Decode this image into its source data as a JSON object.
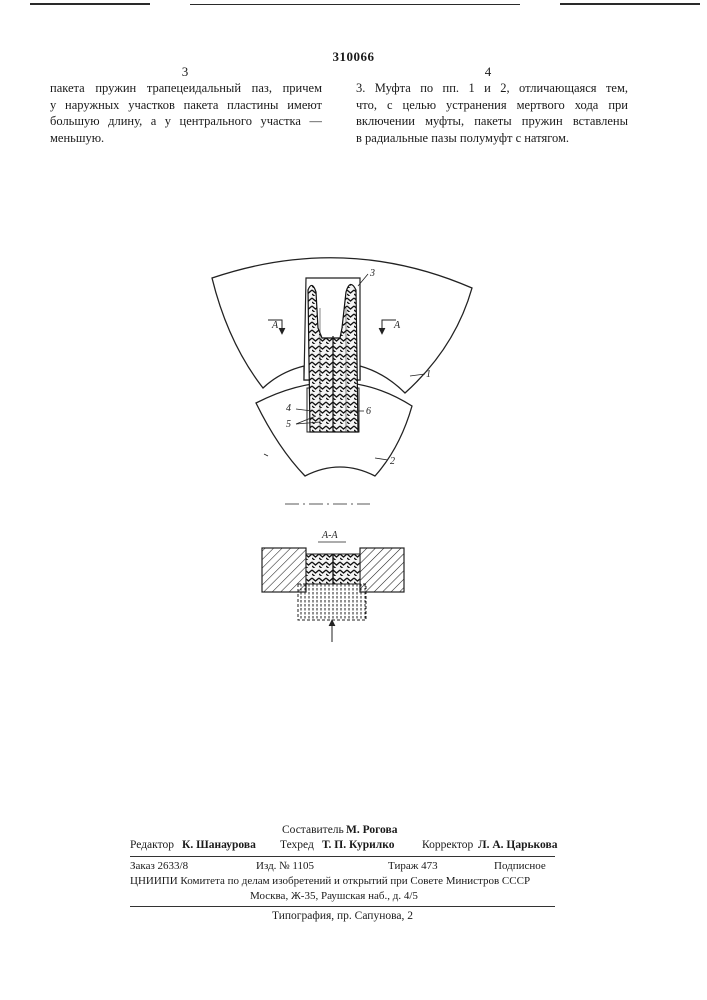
{
  "header": {
    "patent_number": "310066",
    "col_left_number": "3",
    "col_right_number": "4"
  },
  "left_column": {
    "lines": [
      "пакета пружин трапецеидальный паз, причем",
      "у наружных участков пакета пластины имеют",
      "большую длину, а у центрального участка —",
      "меньшую."
    ]
  },
  "right_column": {
    "lines": [
      "3. Муфта по пп. 1 и 2, отличающаяся тем,",
      "что, с целью устранения мертвого хода при",
      "включении муфты, пакеты пружин вставлены",
      "в радиальные пазы полумуфт с натягом."
    ]
  },
  "figure": {
    "labels": {
      "l1": "1",
      "l2": "2",
      "l3": "3",
      "l4": "4",
      "l5": "5",
      "l6": "6",
      "section_left": "А",
      "section_right": "А",
      "section_title": "А-А"
    }
  },
  "footer": {
    "compiler_label": "Составитель",
    "compiler_name": "М. Рогова",
    "editor_label": "Редактор",
    "editor_name": "К. Шанаурова",
    "techred_label": "Техред",
    "techred_name": "Т. П. Курилко",
    "corrector_label": "Корректор",
    "corrector_name": "Л. А. Царькова",
    "order": "Заказ 2633/8",
    "issue": "Изд. № 1105",
    "circulation": "Тираж 473",
    "subscription": "Подписное",
    "institute_line": "ЦНИИПИ Комитета по делам изобретений и открытий при Совете Министров СССР",
    "address_line": "Москва, Ж-35, Раушская наб., д. 4/5",
    "print_line": "Типография, пр. Сапунова, 2"
  }
}
